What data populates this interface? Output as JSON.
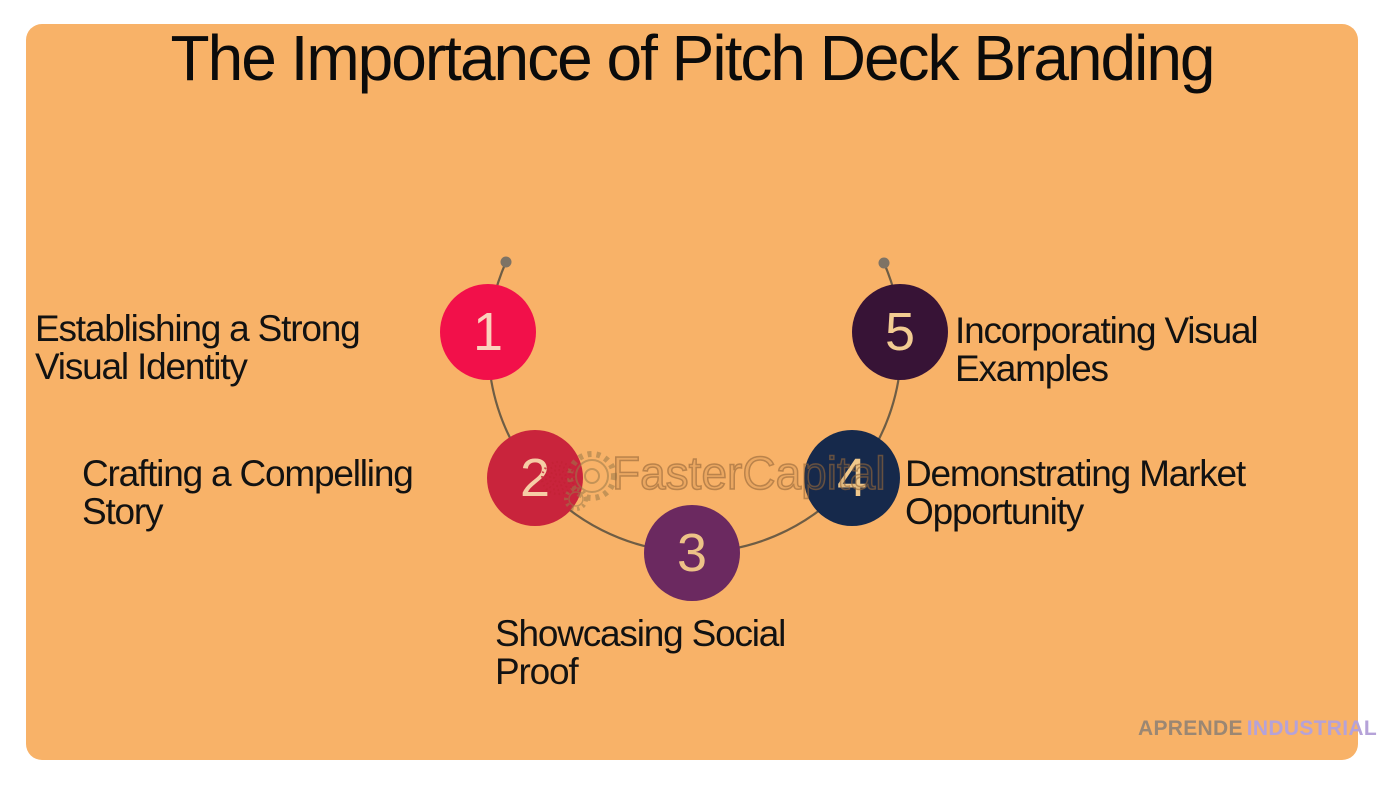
{
  "title": "The Importance of Pitch Deck Branding",
  "steps": [
    {
      "number": "1",
      "label": "Establishing a Strong Visual Identity",
      "lines": [
        "Establishing a Strong",
        "Visual Identity"
      ],
      "circle_color": "#F2104A",
      "number_color": "#FBD2BC"
    },
    {
      "number": "2",
      "label": "Crafting a Compelling Story",
      "lines": [
        "Crafting a Compelling",
        "Story"
      ],
      "circle_color": "#C9243C",
      "number_color": "#F6CDA6"
    },
    {
      "number": "3",
      "label": "Showcasing Social Proof",
      "lines": [
        "Showcasing Social",
        "Proof"
      ],
      "circle_color": "#6B2960",
      "number_color": "#EDC287"
    },
    {
      "number": "4",
      "label": "Demonstrating Market Opportunity",
      "lines": [
        "Demonstrating Market",
        "Opportunity"
      ],
      "circle_color": "#16294B",
      "number_color": "#EFC78B"
    },
    {
      "number": "5",
      "label": "Incorporating Visual Examples",
      "lines": [
        "Incorporating Visual",
        "Examples"
      ],
      "circle_color": "#371336",
      "number_color": "#F2CC92"
    }
  ],
  "watermark": {
    "text": "FasterCapital"
  },
  "brand": {
    "aprende": "APRENDE",
    "industrial": "INDUSTRIAL",
    "aprende_color": "#9B8773",
    "industrial_color": "#B5A2D8"
  },
  "colors": {
    "page_background": "#FFFFFF",
    "panel_background": "#F8B268",
    "arc": "#6E5D45",
    "arc_dot": "#7E7365",
    "title_text": "#0B0B0B",
    "label_text": "#121212",
    "watermark": "#96683A"
  }
}
